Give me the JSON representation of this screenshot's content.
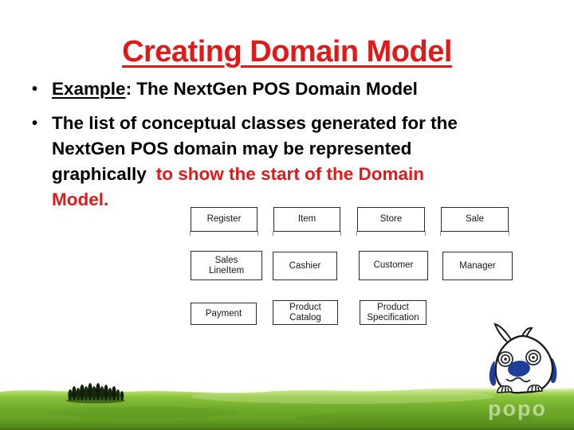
{
  "slide": {
    "title": "Creating Domain Model",
    "bullets": {
      "marker": "•",
      "b1_lead": "Example",
      "b1_rest": ": The NextGen POS Domain Model",
      "b2_line1": "The list of conceptual classes generated for the",
      "b2_line2": "NextGen POS domain may be represented",
      "b2_line3_black": "graphically",
      "b2_line3_red": "to show the start of the Domain",
      "b2_line4_red": "Model."
    }
  },
  "diagram": {
    "classes": [
      "Register",
      "Item",
      "Store",
      "Sale",
      "Sales\nLineItem",
      "Cashier",
      "Customer",
      "Manager",
      "Payment",
      "Product\nCatalog",
      "Product\nSpecification"
    ]
  },
  "scene": {
    "watermark": "popo",
    "icons": {
      "mascot": "popo-rabbit-mascot",
      "trees": "cypress-tree-cluster"
    }
  },
  "colors": {
    "title_red": "#e01a1a",
    "text_black": "#000000",
    "box_border": "#2b2b2b",
    "nose_blue": "#1d3e9b",
    "grass_main": "#74ad2c",
    "grass_dark": "#4a7a14",
    "tree_dark": "#16290c"
  }
}
